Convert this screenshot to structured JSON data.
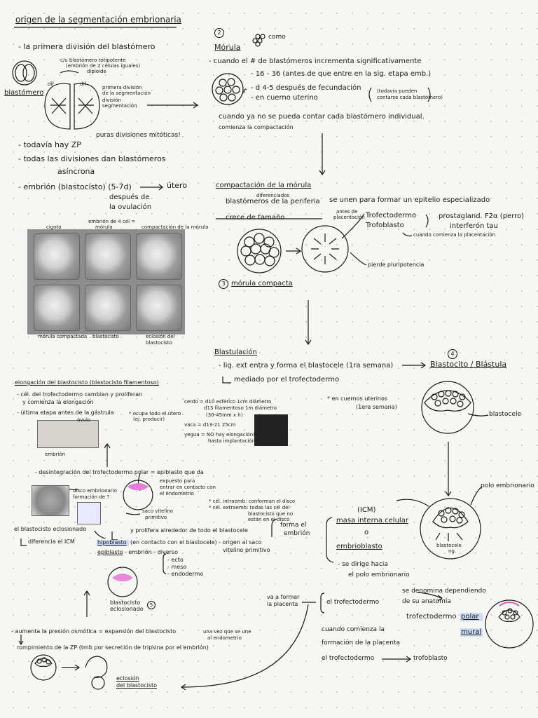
{
  "title": "origen de la segmentación embrionaria",
  "left_top": {
    "first_division": "- la primera división del blastómero",
    "note_c": "c/u blastómero totipotente",
    "note_c2": "(embrión de 2 células iguales)",
    "note_c3": "diploide",
    "label_blastomero": "blastómero",
    "dif1": "dif",
    "dif2": "dif",
    "note_primera": "primera división",
    "note_primera2": "de la segmentación",
    "note_primera3": "división",
    "note_primera4": "segmentación",
    "mitotic": "puras divisiones mitóticas!",
    "zp": "- todavía hay ZP",
    "divs": "- todas las divisiones dan blastómeros",
    "asincrona": "asíncrona",
    "embrion": "- embrión (blastocisto) (5-7d)",
    "utero": "útero",
    "despues": "después de",
    "ovulacion": "la ovulación"
  },
  "photos": {
    "cigoto": "cigoto",
    "emb4": "embrión de 4 cél =",
    "emb4b": "mórula",
    "compact": "compactación de la mórula",
    "morula_comp": "mórula compactada",
    "blastocisto": "blastocisto",
    "eclosion": "eclosión del",
    "eclosion2": "blastocisto"
  },
  "morula": {
    "num": "2",
    "title": "Mórula",
    "como": "como",
    "line1": "- cuando el # de blastómeros incrementa significativamente",
    "line2": "- 16 - 36 (antes de que entre en la sig. etapa emb.)",
    "line3": "- d 4-5 después de fecundación",
    "line4": "- en cuerno uterino",
    "note": "(todavía pueden",
    "note2": "contarse cada blastómero)",
    "line5": "cuando ya no se pueda contar cada blastómero individual.",
    "line6": "comienza la compactación"
  },
  "compactacion": {
    "title": "compactación de la mórula",
    "diferenciados": "diferenciados",
    "line1a": "blastómeros de la periferia",
    "line1b": "se unen para formar un epitelio especializado",
    "crece": "crece de tamaño",
    "antes": "antes de",
    "placentacion": "placentación",
    "trofecto": "Trofectodermo",
    "trofoblasto": "Trofoblasto",
    "prostag": "prostagland. F2α (perro)",
    "interferon": "interferón tau",
    "cuando_placenta": "cuando comienza la placentación",
    "pierde": "pierde pluripotencia",
    "num3": "3",
    "morula_comp": "mórula compacta"
  },
  "blastulacion": {
    "title": "Blastulación",
    "line1": "- liq. ext entra y forma el blastocele (1ra semana)",
    "line2": "mediado por el trofectodermo",
    "num": "4",
    "blastocito": "Blastocito / Blástula",
    "cuernos": "* en cuernos uterinos",
    "semana": "(1era semana)",
    "blastocele": "blastocele",
    "polo": "polo embrionario"
  },
  "icm": {
    "icm": "(ICM)",
    "masa": "masa interna celular",
    "o": "o",
    "embrioblasto": "embrioblasto",
    "dirige": "- se dirige hacia",
    "polo": "el polo embrionario",
    "forma": "forma el",
    "embrion": "embrión",
    "inner1": "blastocele",
    "inner2": "ng."
  },
  "elongacion": {
    "title": "elongación del blastocisto (blastocisto filamentoso)",
    "l1": "- cél. del trofectodermo cambian y proliferan",
    "l2": "y comienza la elongación",
    "l3": "- última etapa antes de la gástrula",
    "l3n": "* ocupa todo el útero",
    "l3n2": "(ej. producir)",
    "ovulo": "óvulo",
    "embrion": "embrión",
    "cerdo": "cerdo = d10 esférico 1cm diámetro",
    "cerdo2": "d13 filamentoso 1m diámetro",
    "cerdo3": "(30-45mm x h)",
    "vaca": "vaca = d13-21 25cm",
    "yegua": "yegua = NO hay elongación!",
    "yegua2": "hasta implantación"
  },
  "desint": {
    "l1": "- desintegración del trofectodermo polar = epiblasto que da",
    "l2": "expuesto para",
    "l3": "entrar en contacto con",
    "l4": "el endometrio",
    "disco": "disco embrionario",
    "disco2": "formación de ?",
    "saco": "saco vitelino",
    "saco2": "primitivo",
    "intraemb": "* cél. intraemb: conforman el disco",
    "extraemb": "* cél. extraemb: todas las cél del",
    "extraemb2": "blastocisto que no",
    "extraemb3": "están en el disco",
    "eclosionado": "el blastocisto eclosionado",
    "diferencia": "diferencia el ICM",
    "prolifera": "y prolifera alrededor de todo el blastocele",
    "hipoblasto": "hipoblasto",
    "hipo2": "(en contacto con el blastocele)",
    "hipo3": "- origen al saco",
    "hipo4": "vitelino primitivo",
    "epiblasto": "epiblasto",
    "epi2": "- embrión - diverso",
    "ecto": "- ecto",
    "meso": "- meso",
    "endo": "- endodermo",
    "blast_ecl": "blastocisto",
    "blast_ecl2": "eclosionado",
    "num5": "5"
  },
  "bottom": {
    "l1": "- aumenta la presión osmótica = expansión del blastocisto",
    "l2": "rompimiento de la ZP (tmb por secreción de tripsina por el embrión)",
    "una": "una vez que se une",
    "una2": "al endometrio",
    "eclosion": "eclosión",
    "eclosion2": "del blastocisto",
    "va": "va a formar",
    "placenta": "la placenta",
    "trofecto": "el trofectodermo",
    "denomina": "se denomina dependiendo",
    "anatomia": "de su anatomía",
    "trofecto2": "trofectodermo",
    "polar": "polar",
    "mural": "mural",
    "cuando": "cuando comienza la",
    "formacion": "formación de la placenta",
    "el_trof": "el trofectodermo",
    "trofoblasto": "trofoblasto"
  }
}
